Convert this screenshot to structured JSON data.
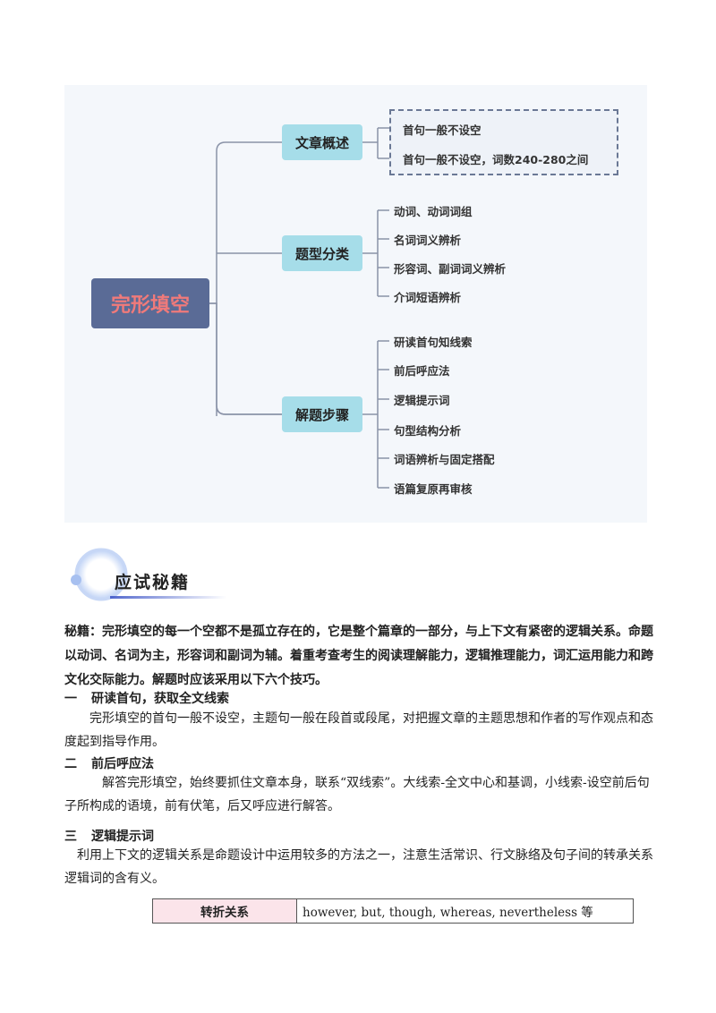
{
  "mindmap": {
    "root": "完形填空",
    "branches": [
      {
        "label": "文章概述",
        "items": [
          "首句一般不设空",
          "首句一般不设空，词数240-280之间"
        ]
      },
      {
        "label": "题型分类",
        "items": [
          "动词、动词词组",
          "名词词义辨析",
          "形容词、副词词义辨析",
          "介词短语辨析"
        ]
      },
      {
        "label": "解题步骤",
        "items": [
          "研读首句知线索",
          "前后呼应法",
          "逻辑提示词",
          "句型结构分析",
          "词语辨析与固定搭配",
          "语篇复原再审核"
        ]
      }
    ]
  },
  "section": {
    "title": "应试秘籍"
  },
  "intro": "秘籍：完形填空的每一个空都不是孤立存在的，它是整个篇章的一部分，与上下文有紧密的逻辑关系。命题以动词、名词为主，形容词和副词为辅。着重考查考生的阅读理解能力，逻辑推理能力，词汇运用能力和跨文化交际能力。解题时应该采用以下六个技巧。",
  "tips": [
    {
      "num": "一",
      "title": "研读首句，获取全文线索",
      "body": "完形填空的首句一般不设空，主题句一般在段首或段尾，对把握文章的主题思想和作者的写作观点和态度起到指导作用。"
    },
    {
      "num": "二",
      "title": "前后呼应法",
      "body": "解答完形填空，始终要抓住文章本身，联系“双线索”。大线索-全文中心和基调，小线索-设空前后句子所构成的语境，前有伏笔，后又呼应进行解答。"
    },
    {
      "num": "三",
      "title": "逻辑提示词",
      "body": "利用上下文的逻辑关系是命题设计中运用较多的方法之一，注意生活常识、行文脉络及句子间的转承关系逻辑词的含有义。"
    }
  ],
  "table": {
    "rows": [
      {
        "key": "转折关系",
        "value": "however, but, though, whereas, nevertheless 等"
      }
    ]
  }
}
